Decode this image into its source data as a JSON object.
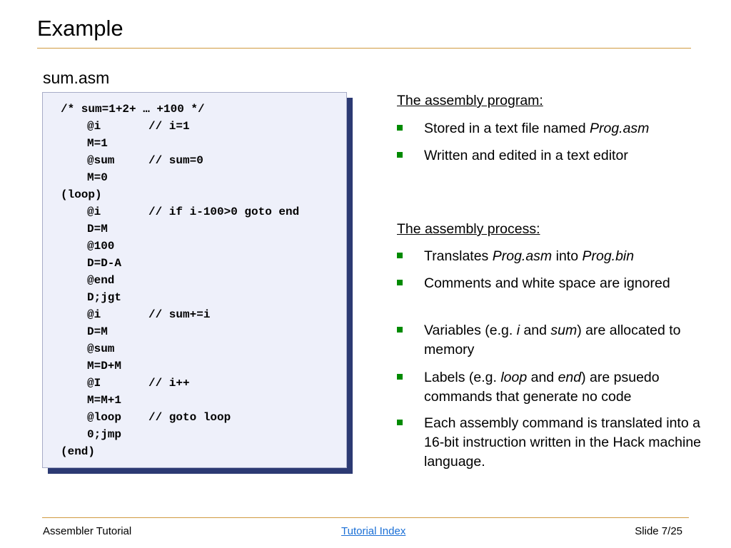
{
  "slide": {
    "title": "Example",
    "filename": "sum.asm"
  },
  "code": {
    "lines": [
      {
        "code": "/* sum=1+2+ … +100 */",
        "comment": "",
        "indent": false
      },
      {
        "code": "@i",
        "comment": "// i=1",
        "indent": true
      },
      {
        "code": "M=1",
        "comment": "",
        "indent": true
      },
      {
        "code": "@sum",
        "comment": "// sum=0",
        "indent": true
      },
      {
        "code": "M=0",
        "comment": "",
        "indent": true
      },
      {
        "code": "(loop)",
        "comment": "",
        "indent": false
      },
      {
        "code": "@i",
        "comment": "// if i-100>0 goto end",
        "indent": true
      },
      {
        "code": "D=M",
        "comment": "",
        "indent": true
      },
      {
        "code": "@100",
        "comment": "",
        "indent": true
      },
      {
        "code": "D=D-A",
        "comment": "",
        "indent": true
      },
      {
        "code": "@end",
        "comment": "",
        "indent": true
      },
      {
        "code": "D;jgt",
        "comment": "",
        "indent": true
      },
      {
        "code": "@i",
        "comment": "// sum+=i",
        "indent": true
      },
      {
        "code": "D=M",
        "comment": "",
        "indent": true
      },
      {
        "code": "@sum",
        "comment": "",
        "indent": true
      },
      {
        "code": "M=D+M",
        "comment": "",
        "indent": true
      },
      {
        "code": "@I",
        "comment": "// i++",
        "indent": true
      },
      {
        "code": "M=M+1",
        "comment": "",
        "indent": true
      },
      {
        "code": "@loop",
        "comment": "// goto loop",
        "indent": true
      },
      {
        "code": "0;jmp",
        "comment": "",
        "indent": true
      },
      {
        "code": "(end)",
        "comment": "",
        "indent": false
      }
    ]
  },
  "program": {
    "heading": "The assembly program:",
    "bullets": [
      {
        "parts": [
          {
            "t": "Stored in a text file named "
          },
          {
            "t": "Prog.asm",
            "i": true
          }
        ]
      },
      {
        "parts": [
          {
            "t": "Written and edited in a text editor"
          }
        ]
      }
    ]
  },
  "process": {
    "heading": "The assembly process:",
    "bullets": [
      {
        "parts": [
          {
            "t": "Translates "
          },
          {
            "t": "Prog.asm",
            "i": true
          },
          {
            "t": " into "
          },
          {
            "t": "Prog.bin",
            "i": true
          }
        ]
      },
      {
        "parts": [
          {
            "t": "Comments and white space are ignored"
          }
        ]
      },
      {
        "parts": [
          {
            "t": "Variables (e.g. "
          },
          {
            "t": "i",
            "i": true
          },
          {
            "t": " and "
          },
          {
            "t": "sum",
            "i": true
          },
          {
            "t": ") are allocated to memory"
          }
        ]
      },
      {
        "parts": [
          {
            "t": "Labels (e.g. "
          },
          {
            "t": "loop",
            "i": true
          },
          {
            "t": " and "
          },
          {
            "t": "end",
            "i": true
          },
          {
            "t": ")  are psuedo commands that generate no code"
          }
        ]
      },
      {
        "parts": [
          {
            "t": "Each assembly command is translated into a 16-bit instruction written in the Hack machine language."
          }
        ]
      }
    ]
  },
  "footer": {
    "left": "Assembler Tutorial",
    "link": "Tutorial Index",
    "right": "Slide 7/25"
  },
  "colors": {
    "accent_rule": "#d09a40",
    "bullet": "#008a00",
    "code_bg": "#eef0fa",
    "code_shadow": "#2c3a73",
    "link": "#1a6fd6"
  }
}
